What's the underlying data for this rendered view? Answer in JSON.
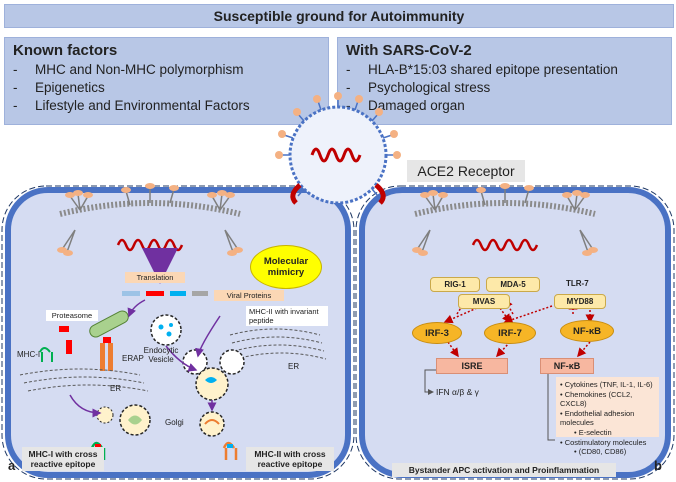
{
  "title": "Susceptible ground for Autoimmunity",
  "known_factors": {
    "heading": "Known factors",
    "items": [
      "MHC and Non-MHC polymorphism",
      "Epigenetics",
      "Lifestyle and Environmental Factors"
    ]
  },
  "sars_factors": {
    "heading": "With SARS-CoV-2",
    "items": [
      "HLA-B*15:03 shared epitope presentation",
      "Psychological stress",
      "Damaged organ"
    ]
  },
  "ace2_label": "ACE2 Receptor",
  "panel_a": {
    "letter": "a",
    "translation": "Translation",
    "molecular_mimicry": "Molecular mimicry",
    "viral_proteins": "Viral Proteins",
    "proteasome": "Proteasome",
    "mhc1": "MHC-I",
    "erap": "ERAP",
    "er_left": "ER",
    "endocytic_vesicle": "Endocytic Vesicle",
    "mhc2_invariant": "MHC-II with invariant peptide",
    "er_right": "ER",
    "golgi": "Golgi",
    "caption_mhc1": "MHC-I with cross reactive epitope",
    "caption_mhc2": "MHC-II with cross reactive epitope"
  },
  "panel_b": {
    "letter": "b",
    "rig1": "RIG-1",
    "mda5": "MDA-5",
    "tlr7": "TLR-7",
    "mvas": "MVAS",
    "myd88": "MYD88",
    "irf3": "IRF-3",
    "irf7": "IRF-7",
    "nfkb_oval": "NF-κB",
    "isre": "ISRE",
    "nfkb_box": "NF-κB",
    "ifn": "IFN α/β & γ",
    "outputs": [
      {
        "text": "Cytokines (TNF, IL-1, IL-6)",
        "sub": false
      },
      {
        "text": "Chemokines (CCL2, CXCL8)",
        "sub": false
      },
      {
        "text": "Endothelial adhesion molecules",
        "sub": false
      },
      {
        "text": "E-selectin",
        "sub": true
      },
      {
        "text": "Costimulatory molecules",
        "sub": false
      },
      {
        "text": "(CD80, CD86)",
        "sub": true
      }
    ],
    "caption": "Bystander APC activation and Proinflammation"
  },
  "colors": {
    "header_fill": "#b8c7e6",
    "cell_fill": "#d5dcf2",
    "cell_border": "#4a72c4",
    "oval_orange": "#f6b526",
    "box_salmon": "#f7b7a0",
    "pill_yellow": "#fde9a9",
    "mimicry_yellow": "#ffff00",
    "arrow_red": "#c00000",
    "arrow_purple": "#7030a0",
    "spike_salmon": "#f4b183",
    "rna_red": "#c00000"
  }
}
